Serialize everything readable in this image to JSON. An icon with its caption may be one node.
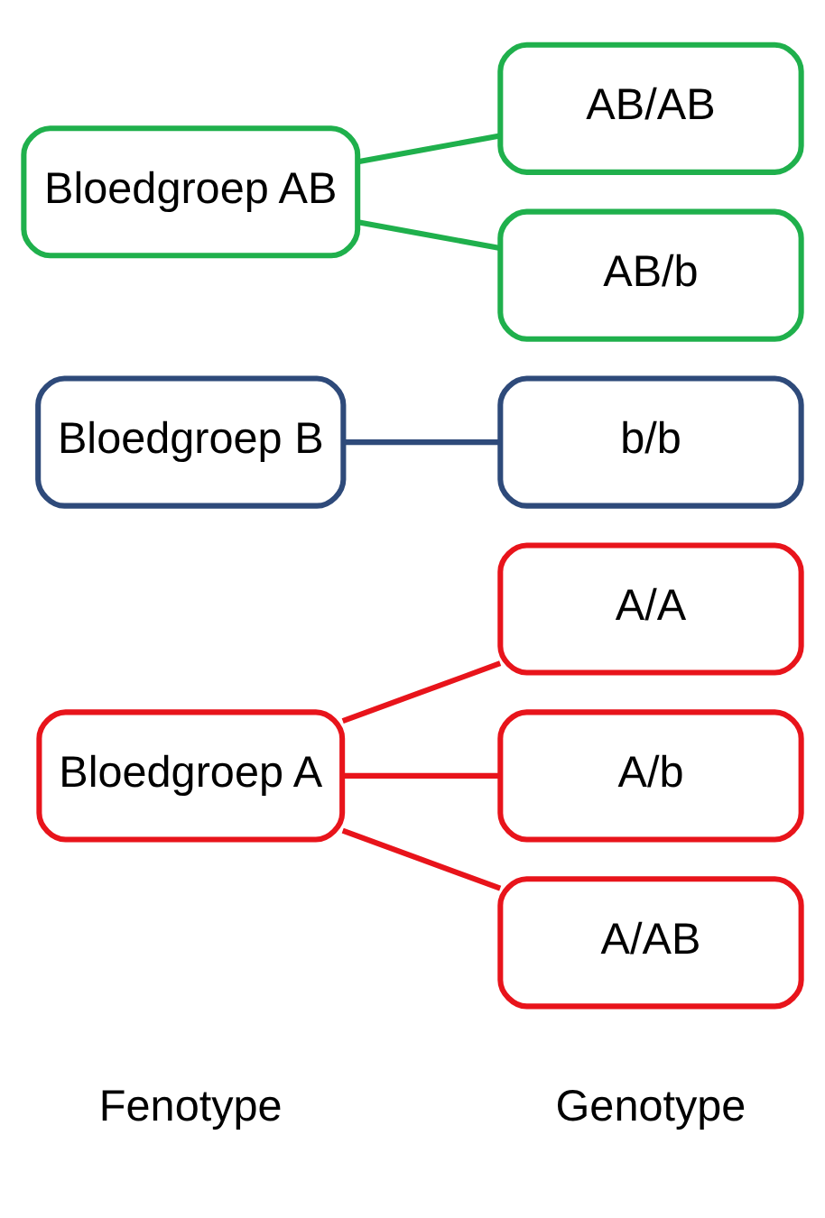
{
  "diagram": {
    "nodes": [
      {
        "text": [
          "Bloedgroep A"
        ]
      },
      {
        "text": [
          "A/A"
        ]
      },
      {
        "text": [
          "A/b"
        ]
      },
      {
        "text": [
          "A/AB"
        ]
      },
      {
        "text": [
          "Bloedgroep B"
        ]
      },
      {
        "text": [
          "b/b"
        ]
      },
      {
        "text": [
          "Bloedgroep AB"
        ]
      },
      {
        "text": [
          "AB/AB"
        ]
      },
      {
        "text": [
          "AB/b"
        ]
      }
    ],
    "edges": [
      {
        "from": 0,
        "to": 1,
        "arrow": "none"
      },
      {
        "from": 0,
        "to": 2,
        "arrow": "none"
      },
      {
        "from": 0,
        "to": 3,
        "arrow": "none"
      },
      {
        "from": 4,
        "to": 5,
        "arrow": "none",
        "color": "#2e4a7a"
      },
      {
        "from": 6,
        "to": 7,
        "arrow": "none",
        "color": "#1fb04c"
      },
      {
        "from": 6,
        "to": 8,
        "arrow": "none",
        "color": "#1fb04c"
      }
    ],
    "labels": [
      "Fenotype",
      "Genotype"
    ]
  }
}
